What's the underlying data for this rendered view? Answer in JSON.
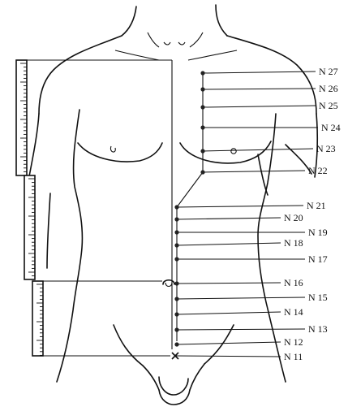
{
  "points": [
    {
      "id": "n27",
      "label": "N 27"
    },
    {
      "id": "n26",
      "label": "N 26"
    },
    {
      "id": "n25",
      "label": "N 25"
    },
    {
      "id": "n24",
      "label": "N 24"
    },
    {
      "id": "n23",
      "label": "N 23"
    },
    {
      "id": "n22",
      "label": "N 22"
    },
    {
      "id": "n21",
      "label": "N 21"
    },
    {
      "id": "n20",
      "label": "N 20"
    },
    {
      "id": "n19",
      "label": "N 19"
    },
    {
      "id": "n18",
      "label": "N 18"
    },
    {
      "id": "n17",
      "label": "N 17"
    },
    {
      "id": "n16",
      "label": "N 16"
    },
    {
      "id": "n15",
      "label": "N 15"
    },
    {
      "id": "n14",
      "label": "N 14"
    },
    {
      "id": "n13",
      "label": "N 13"
    },
    {
      "id": "n12",
      "label": "N 12"
    },
    {
      "id": "n11",
      "label": "N 11"
    }
  ]
}
